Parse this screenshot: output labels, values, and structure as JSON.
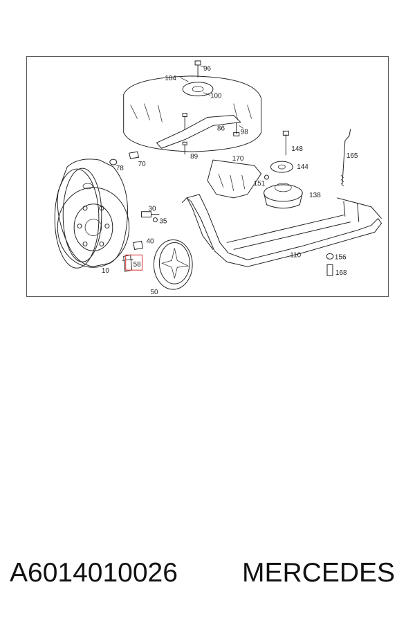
{
  "diagram": {
    "callouts": [
      "96",
      "104",
      "100",
      "86",
      "98",
      "89",
      "148",
      "165",
      "170",
      "144",
      "151",
      "138",
      "78",
      "70",
      "30",
      "35",
      "40",
      "58",
      "10",
      "50",
      "110",
      "156",
      "168"
    ],
    "highlight_color": "#e05050"
  },
  "caption": {
    "part_number": "A6014010026",
    "brand": "MERCEDES"
  }
}
